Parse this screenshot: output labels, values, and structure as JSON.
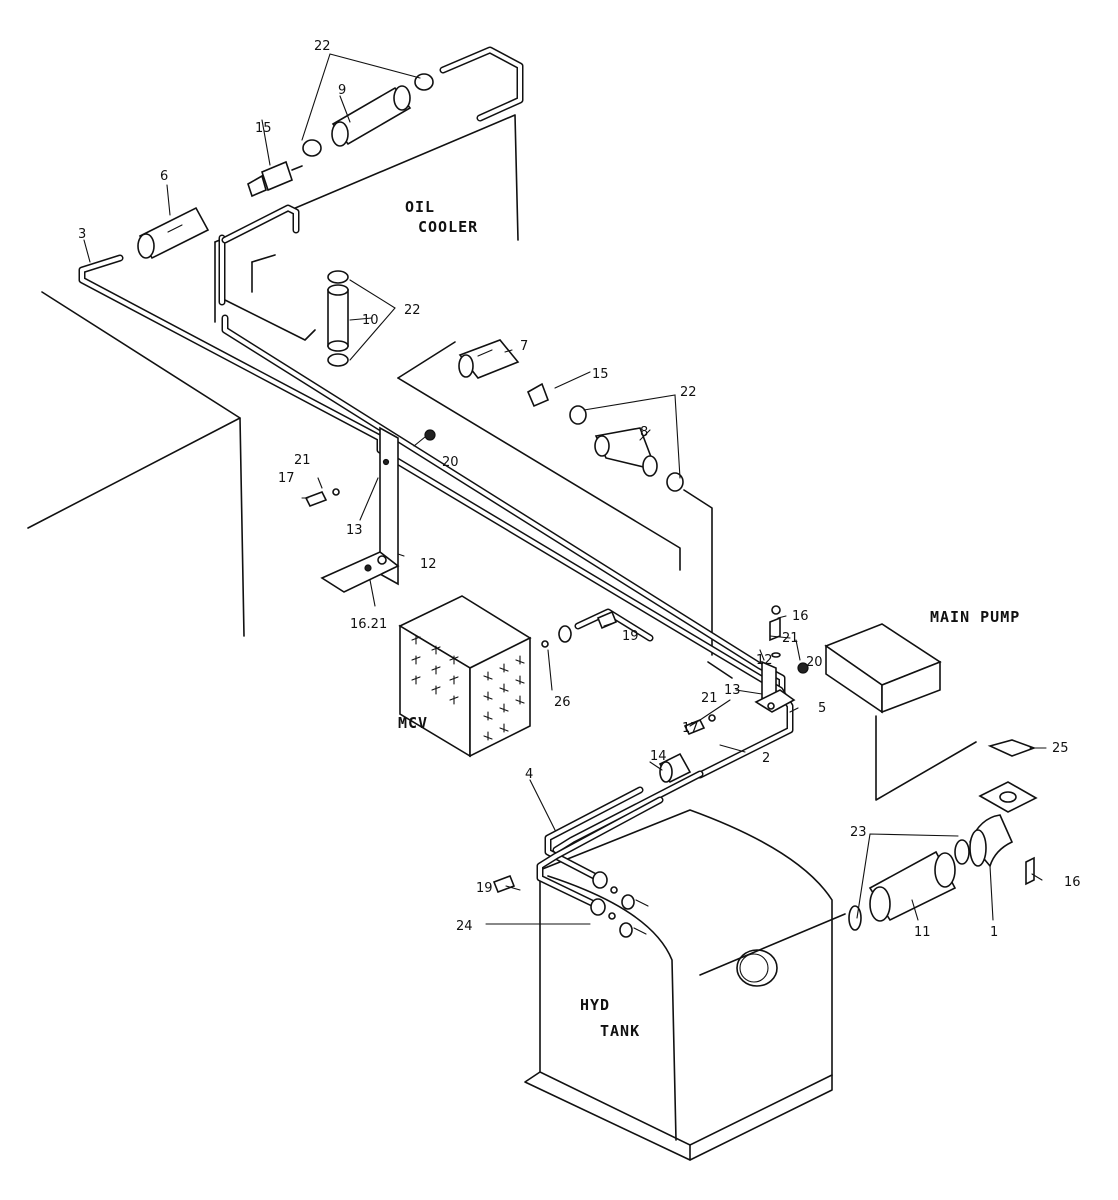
{
  "labels": {
    "oil_cooler_1": "OIL",
    "oil_cooler_2": "COOLER",
    "main_pump": "MAIN PUMP",
    "mcv": "MCV",
    "hyd_tank_1": "HYD",
    "hyd_tank_2": "TANK"
  },
  "callouts": {
    "c22a": "22",
    "c9": "9",
    "c15a": "15",
    "c6": "6",
    "c3": "3",
    "c10": "10",
    "c22b": "22",
    "c7": "7",
    "c15b": "15",
    "c22c": "22",
    "c8": "8",
    "c20a": "20",
    "c21a": "21",
    "c17a": "17",
    "c13a": "13",
    "c12a": "12",
    "c1621": "16.21",
    "c16a": "16",
    "c21b": "21",
    "c20b": "20",
    "c12b": "12",
    "c13b": "13",
    "c21c": "21",
    "c17b": "17",
    "c5": "5",
    "c19a": "19",
    "c26": "26",
    "c14": "14",
    "c2": "2",
    "c4": "4",
    "c25": "25",
    "c23": "23",
    "c16b": "16",
    "c19b": "19",
    "c24": "24",
    "c11": "11",
    "c1": "1"
  }
}
